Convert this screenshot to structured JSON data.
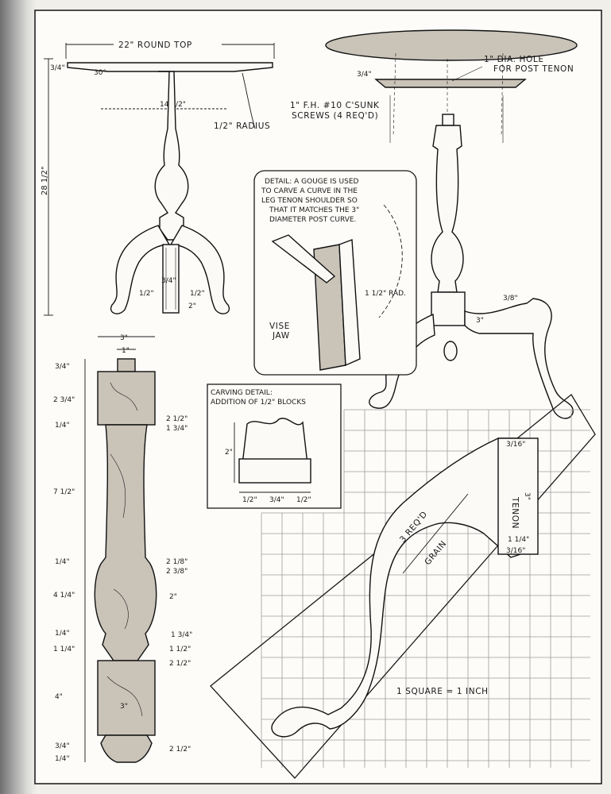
{
  "elevation": {
    "top_label": "22\" ROUND TOP",
    "top_thickness": "3/4\"",
    "bevel": "30°",
    "collar": "14 1/2\"",
    "radius_label": "1/2\" RADIUS",
    "height": "28 1/2\"",
    "dim_left": "1/2\"",
    "dim_mid": "3/4\"",
    "dim_right": "1/2\"",
    "dim_bottom": "2\""
  },
  "exploded": {
    "cleat_thickness": "3/4\"",
    "hole_label_1": "1\" DIA. HOLE",
    "hole_label_2": "FOR POST TENON",
    "screw_label_1": "1\" F.H. #10 C'SUNK",
    "screw_label_2": "SCREWS (4 REQ'D)",
    "tenon_depth": "3/8\"",
    "tenon_length": "3\""
  },
  "gouge_detail": {
    "lines": [
      "DETAIL: A GOUGE IS USED",
      "TO CARVE A CURVE IN THE",
      "LEG TENON SHOULDER SO",
      "THAT IT MATCHES THE 3\"",
      "DIAMETER POST CURVE."
    ],
    "radius": "1 1/2\" RAD.",
    "vise_label_1": "VISE",
    "vise_label_2": "JAW"
  },
  "post": {
    "width_top": "3\"",
    "tenon_width": "1\"",
    "left_dims": [
      "3/4\"",
      "2 3/4\"",
      "1/4\"",
      "7 1/2\"",
      "1/4\"",
      "4 1/4\"",
      "1/4\"",
      "1 1/4\"",
      "4\"",
      "3/4\"",
      "1/4\""
    ],
    "right_dims": [
      "2 1/2\"",
      "1 3/4\"",
      "2 1/8\"",
      "2 3/8\"",
      "2\"",
      "1 3/4\"",
      "1 1/2\"",
      "2 1/2\"",
      "2 1/2\""
    ],
    "bottom_width": "3\""
  },
  "carving_detail": {
    "title_1": "CARVING DETAIL:",
    "title_2": "ADDITION OF 1/2\" BLOCKS",
    "height": "2\"",
    "dims": [
      "1/2\"",
      "3/4\"",
      "1/2\""
    ]
  },
  "leg_pattern": {
    "qty": "3 REQ'D",
    "grain": "GRAIN",
    "tenon_label": "TENON",
    "tenon_length": "3\"",
    "tenon_width": "1 1/4\"",
    "end_offset_top": "3/16\"",
    "end_offset_bottom": "3/16\"",
    "scale": "1 SQUARE = 1 INCH"
  }
}
